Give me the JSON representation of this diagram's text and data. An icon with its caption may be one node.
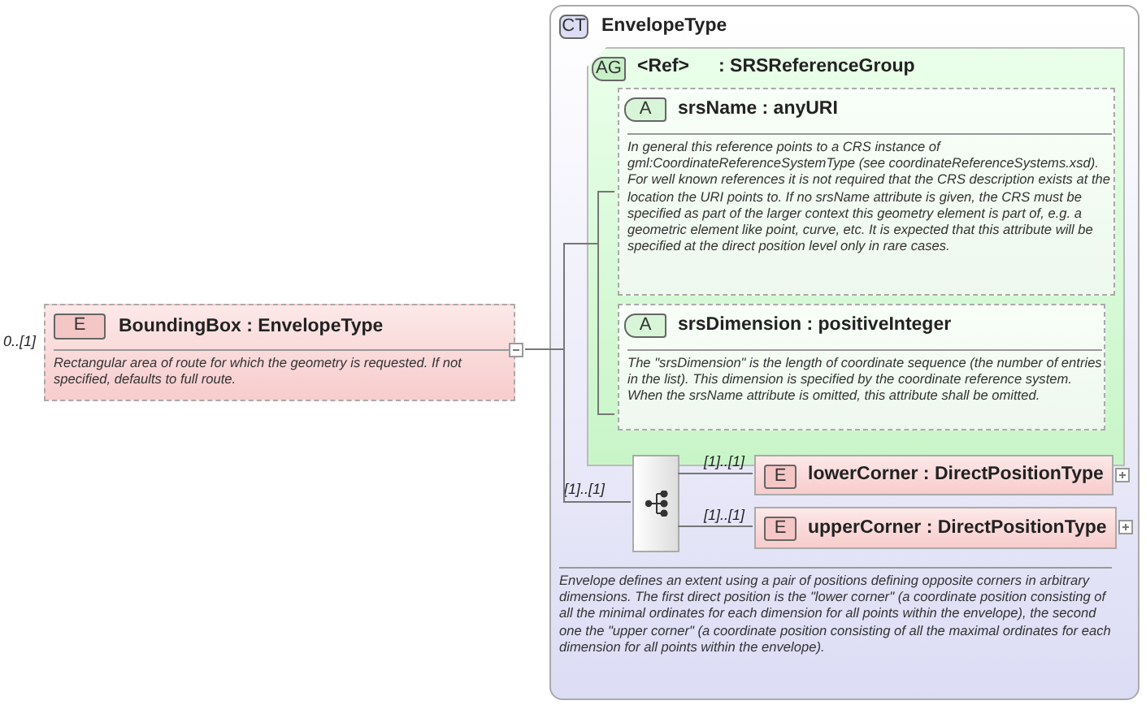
{
  "diagram": {
    "nodes": [
      {
        "text": [
          "E",
          "BoundingBox : EnvelopeType",
          "Rectangular area of route for which the geometry is requested.  If not specified, defaults to full route."
        ],
        "beside": [
          "0..[1]"
        ]
      },
      {
        "text": [
          "CT",
          "EnvelopeType",
          "Envelope defines an extent using a pair of positions defining opposite corners in arbitrary dimensions. The first direct position is the \"lower corner\" (a coordinate position consisting of all the minimal ordinates for each dimension for all points within the envelope), the second one the \"upper corner\" (a coordinate position consisting of all the maximal ordinates for each dimension for all points within the envelope)."
        ]
      },
      {
        "text": [
          "AG",
          "<Ref>",
          ": SRSReferenceGroup"
        ],
        "in": 1
      },
      {
        "text": [
          "A",
          "srsName : anyURI",
          "In general this reference points to a CRS instance of gml:CoordinateReferenceSystemType (see coordinateReferenceSystems.xsd). For well known references it is not required that the CRS description exists at the location the URI points to. If no srsName attribute is given, the CRS must be specified as part of the larger context this geometry element is part of, e.g. a geometric element like point, curve, etc. It is expected that this attribute will be specified at the direct position level only in rare cases."
        ],
        "in": 2
      },
      {
        "text": [
          "A",
          "srsDimension : positiveInteger",
          "The \"srsDimension\" is the length of coordinate sequence (the number of entries in the list). This dimension is specified by the coordinate reference system. When the srsName attribute is omitted, this attribute shall be omitted."
        ],
        "in": 2
      },
      {
        "text": [],
        "shape": "box",
        "in": 1,
        "beside": [
          "[1]..[1]"
        ]
      },
      {
        "text": [
          "E",
          "lowerCorner : DirectPositionType"
        ],
        "in": 1,
        "beside": [
          "[1]..[1]"
        ]
      },
      {
        "text": [
          "E",
          "upperCorner : DirectPositionType"
        ],
        "in": 1,
        "beside": [
          "[1]..[1]"
        ]
      }
    ],
    "edges": [
      {
        "from": 0,
        "to": 3,
        "arrow": "none"
      },
      {
        "from": 0,
        "to": 4,
        "arrow": "none"
      },
      {
        "from": 0,
        "to": 5,
        "arrow": "none"
      },
      {
        "from": 5,
        "to": 6,
        "arrow": "none"
      },
      {
        "from": 5,
        "to": 7,
        "arrow": "none"
      }
    ]
  }
}
